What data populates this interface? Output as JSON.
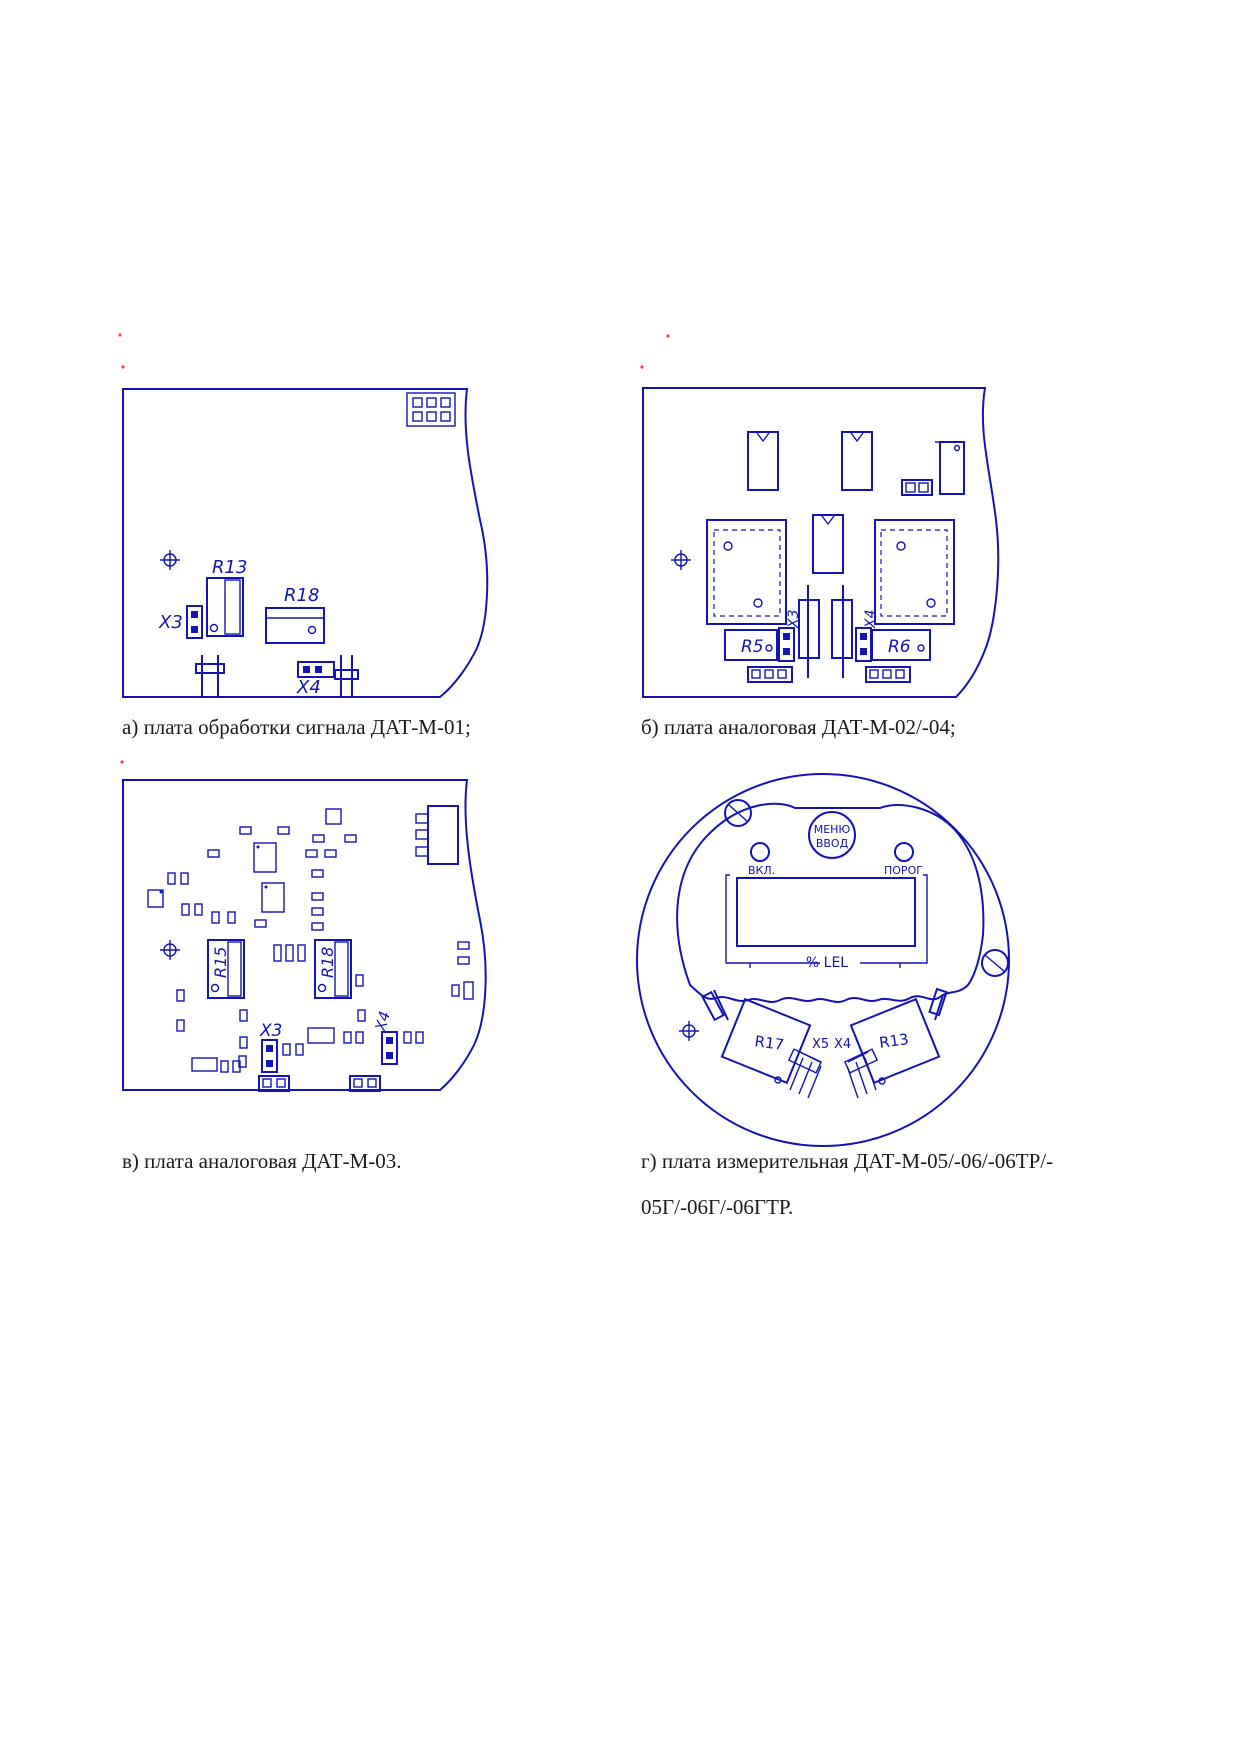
{
  "figures": {
    "a": {
      "caption": "а) плата обработки сигнала ДАТ-М-01;",
      "labels": {
        "r13": "R13",
        "r18": "R18",
        "x3": "X3",
        "x4": "X4"
      }
    },
    "b": {
      "caption": "б) плата аналоговая ДАТ-М-02/-04;",
      "labels": {
        "r5": "R5",
        "r6": "R6",
        "x3": "X3",
        "x4": "X4"
      }
    },
    "c": {
      "caption": "в) плата аналоговая ДАТ-М-03.",
      "labels": {
        "r15": "R15",
        "r18": "R18",
        "x3": "X3",
        "x4": "X4"
      }
    },
    "d": {
      "caption_line1": "г) плата измерительная ДАТ-М-05/-06/-06ТР/-",
      "caption_line2": "05Г/-06Г/-06ГТР.",
      "labels": {
        "menu1": "МЕНЮ",
        "menu2": "ВВОД",
        "on": "ВКЛ.",
        "threshold": "ПОРОГ",
        "unit": "% LEL",
        "r17": "R17",
        "r13": "R13",
        "x5": "X5",
        "x4": "X4"
      }
    }
  },
  "colors": {
    "drawing": "#1414b4",
    "marks": "#ff4040",
    "text": "#1a1a1a"
  }
}
